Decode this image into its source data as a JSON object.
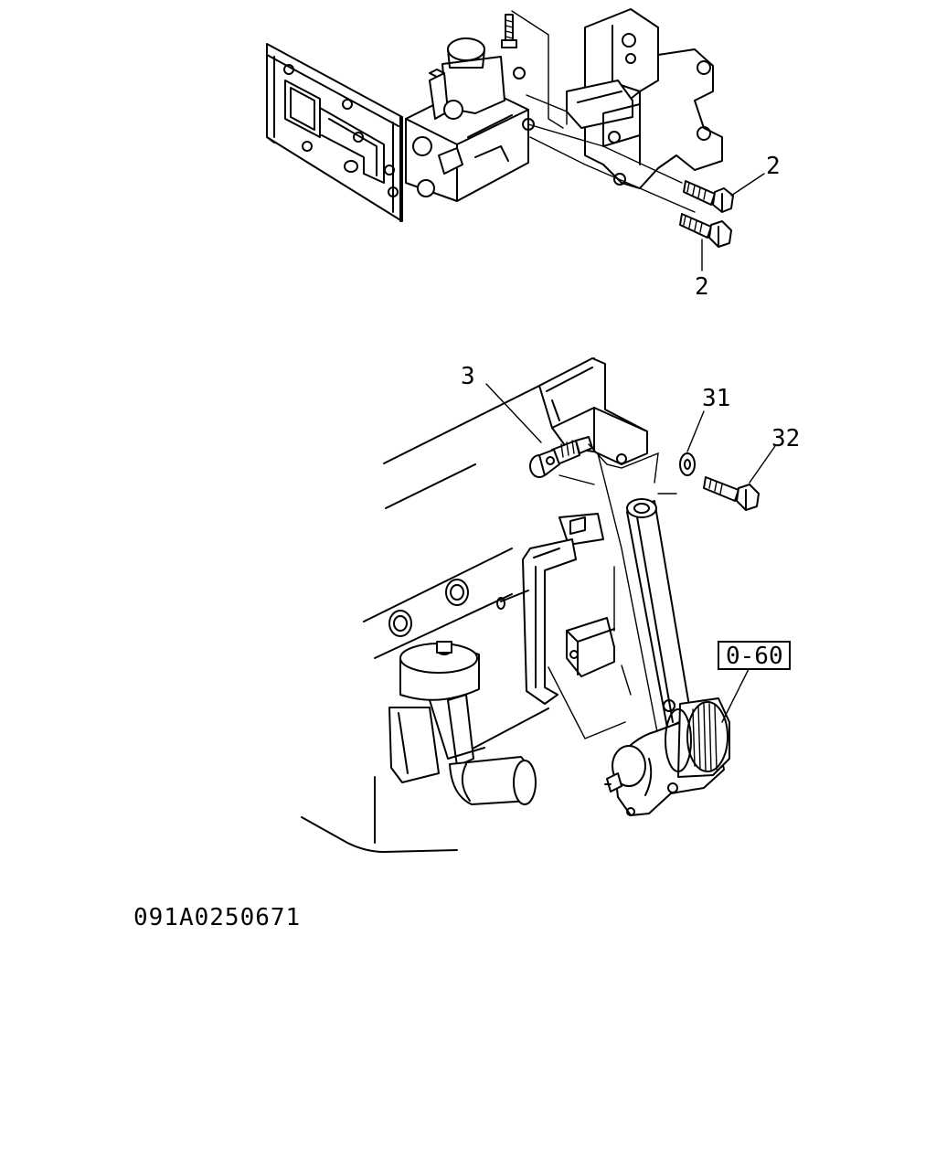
{
  "callouts": {
    "bolt_upper": "2",
    "bolt_lower": "2",
    "bolt_3": "3",
    "washer": "31",
    "bolt_32": "32"
  },
  "reference_box": "0-60",
  "drawing_code": "091A0250671"
}
